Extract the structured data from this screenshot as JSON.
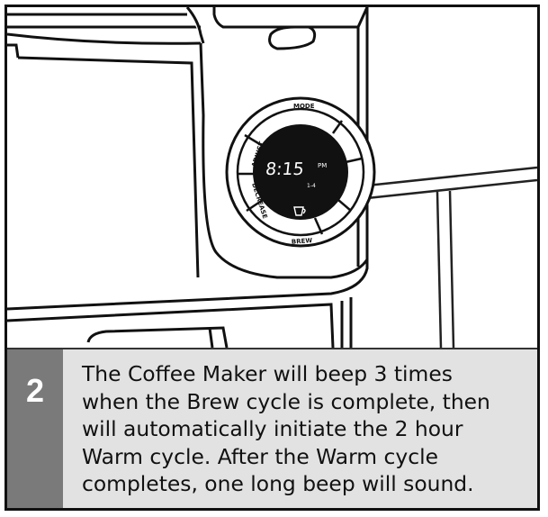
{
  "step": {
    "number": "2",
    "lines": [
      "The Coffee Maker will beep 3 times",
      "when the Brew cycle is complete, then",
      "will automatically initiate the 2 hour",
      "Warm cycle. After the Warm cycle",
      "completes, one long beep will sound."
    ]
  },
  "display": {
    "time": "8:15",
    "am_pm": "PM",
    "sub_label": "1-4",
    "ring_labels": {
      "top": "MODE",
      "left_upper": "ADJUST",
      "left_lower": "DECREASE",
      "bottom": "BREW"
    }
  }
}
